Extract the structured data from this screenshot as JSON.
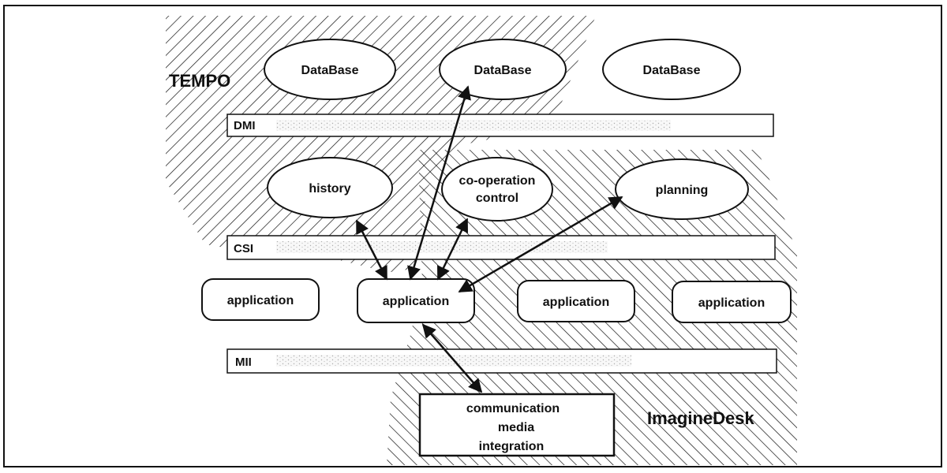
{
  "regions": {
    "tempo_label": "TEMPO",
    "imaginedesk_label": "ImagineDesk"
  },
  "layers": {
    "dmi": "DMI",
    "csi": "CSI",
    "mii": "MII"
  },
  "databases": [
    "DataBase",
    "DataBase",
    "DataBase"
  ],
  "services": {
    "history": "history",
    "cooperation_line1": "co-operation",
    "cooperation_line2": "control",
    "planning": "planning"
  },
  "applications": [
    "application",
    "application",
    "application",
    "application"
  ],
  "comm_box": {
    "line1": "communication",
    "line2": "media",
    "line3": "integration"
  },
  "colors": {
    "ink": "#111111",
    "bar_fill": "#f4f4f4",
    "background": "#ffffff"
  }
}
